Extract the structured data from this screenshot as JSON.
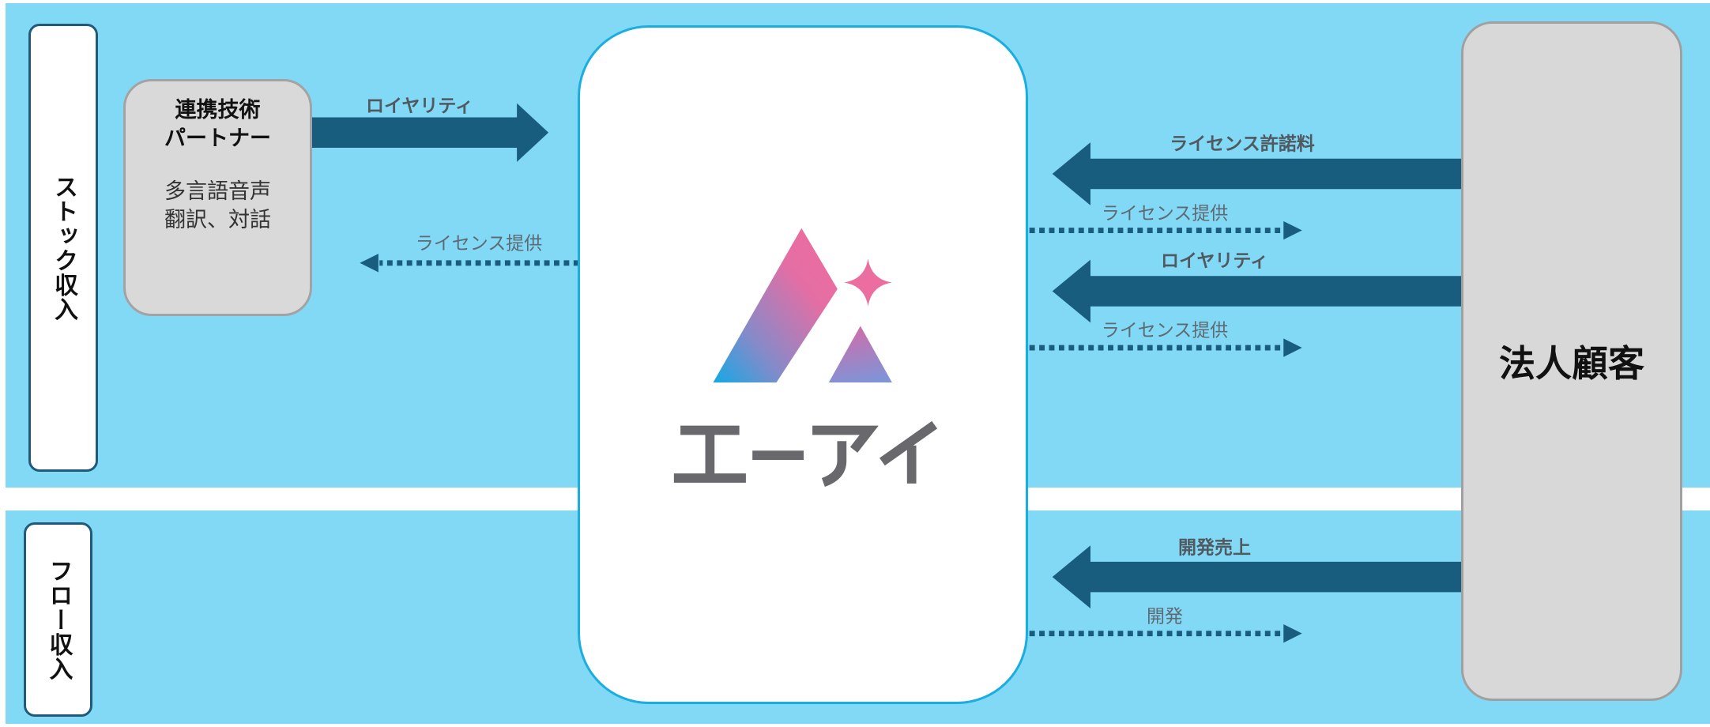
{
  "revenue_types": {
    "stock": "ストック収入",
    "flow": "フロー収入"
  },
  "partner": {
    "title_line1": "連携技術",
    "title_line2": "パートナー",
    "desc_line1": "多言語音声",
    "desc_line2": "翻訳、対話"
  },
  "company": {
    "logo_text": "エーアイ"
  },
  "customer": {
    "label": "法人顧客"
  },
  "flows": {
    "partner_royalty": "ロイヤリティ",
    "partner_license": "ライセンス提供",
    "customer_license_fee": "ライセンス許諾料",
    "customer_license_1": "ライセンス提供",
    "customer_royalty": "ロイヤリティ",
    "customer_license_2": "ライセンス提供",
    "development_revenue": "開発売上",
    "development": "開発"
  },
  "colors": {
    "band": "#82d9f5",
    "arrow": "#185d7e",
    "company_border": "#1aaee0",
    "logo_pink": "#ef6b9c",
    "logo_blue": "#14a9e5",
    "logo_text": "#69686d"
  }
}
